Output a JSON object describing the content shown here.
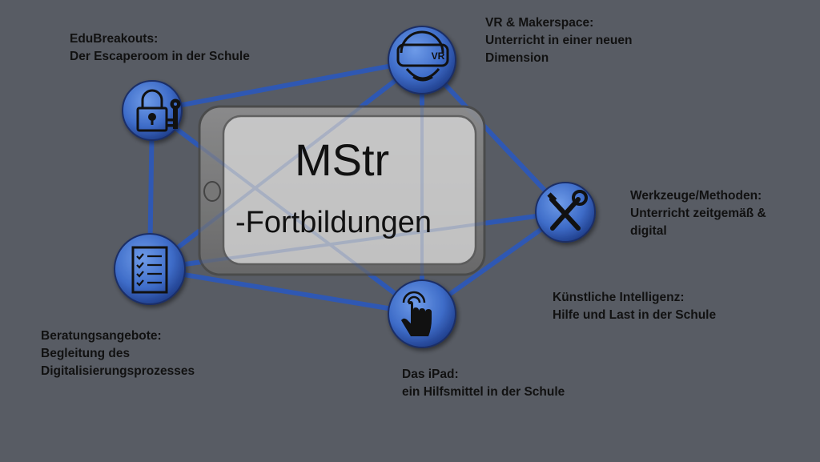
{
  "center": {
    "line1": "MStr",
    "line2": "-Fortbildungen"
  },
  "nodes": {
    "edubreakouts": {
      "icon": "lock-key-icon",
      "lines": [
        "EduBreakouts:",
        "Der Escaperoom in der Schule"
      ]
    },
    "vr": {
      "icon": "vr-headset-icon",
      "icon_text": "VR",
      "lines": [
        "VR & Makerspace:",
        "Unterricht in einer neuen",
        "Dimension"
      ]
    },
    "werkzeuge": {
      "icon": "tools-icon",
      "lines": [
        "Werkzeuge/Methoden:",
        "Unterricht zeitgemäß &",
        "digital"
      ]
    },
    "ki": {
      "lines": [
        "Künstliche Intelligenz:",
        "Hilfe und Last in der Schule"
      ]
    },
    "ipad": {
      "icon": "touch-hand-icon",
      "lines": [
        "Das iPad:",
        "ein Hilfsmittel in der Schule"
      ]
    },
    "beratung": {
      "icon": "checklist-icon",
      "lines": [
        "Beratungsangebote:",
        "Begleitung des",
        "Digitalisierungsprozesses"
      ]
    }
  },
  "colors": {
    "background": "#585c64",
    "line": "#2d58b8",
    "circle_light": "#5b8ce0",
    "circle_dark": "#1f3f8f",
    "tablet_frame": "#7a7a7a",
    "tablet_screen": "#d3d3d3"
  }
}
